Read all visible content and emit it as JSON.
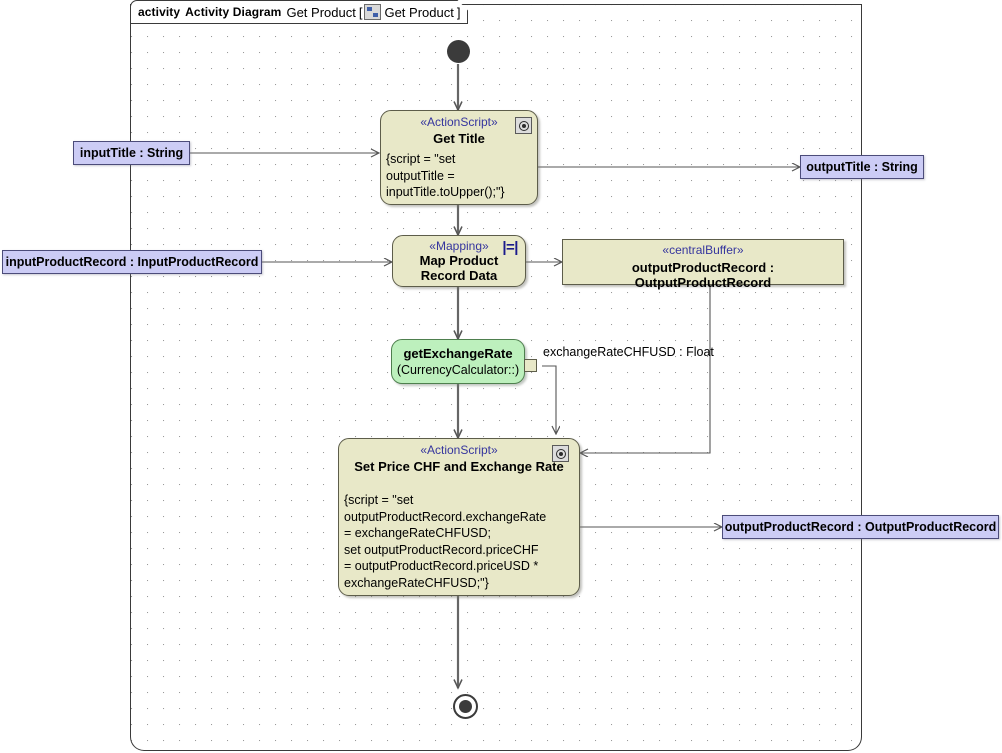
{
  "frame": {
    "keyword": "activity",
    "type_label": "Activity Diagram",
    "name": "Get Product",
    "bracket_open": "[",
    "bracket_close": "]",
    "inner_name": "Get Product",
    "icon": "activity-diagram-icon"
  },
  "nodes": {
    "initial": {
      "name": "initial-node"
    },
    "final": {
      "name": "activity-final-node"
    },
    "get_title": {
      "stereotype": "«ActionScript»",
      "name": "Get Title",
      "body": "{script = \"set\noutputTitle =\ninputTitle.toUpper();\"}",
      "badge": "actionscript-badge-icon"
    },
    "map_product": {
      "stereotype": "«Mapping»",
      "name": "Map Product\nRecord Data",
      "badge": "mapping-badge-icon",
      "badge_glyph": "|=|"
    },
    "central_buffer": {
      "stereotype": "«centralBuffer»",
      "name": "outputProductRecord : OutputProductRecord"
    },
    "get_exchange_rate": {
      "name": "getExchangeRate",
      "subtitle": "(CurrencyCalculator::)",
      "pin": "output-pin",
      "pin_label": "exchangeRateCHFUSD : Float"
    },
    "set_price": {
      "stereotype": "«ActionScript»",
      "name": "Set Price CHF and Exchange Rate",
      "body": "{script = \"set\noutputProductRecord.exchangeRate\n = exchangeRateCHFUSD;\nset outputProductRecord.priceCHF\n= outputProductRecord.priceUSD *\nexchangeRateCHFUSD;\"}",
      "badge": "actionscript-badge-icon"
    }
  },
  "parameters": {
    "input_title": "inputTitle : String",
    "input_product_record": "inputProductRecord : InputProductRecord",
    "output_title": "outputTitle : String",
    "output_product_record": "outputProductRecord : OutputProductRecord"
  },
  "colors": {
    "action_fill": "#e8e8c8",
    "action_border": "#5d5d4a",
    "param_fill": "#ccccf5",
    "param_border": "#4c4c7a",
    "call_fill": "#bdf0bd",
    "call_border": "#4e7f4e",
    "stereotype_text": "#35359e",
    "frame_border": "#3a3a3a",
    "edge": "#555555"
  }
}
